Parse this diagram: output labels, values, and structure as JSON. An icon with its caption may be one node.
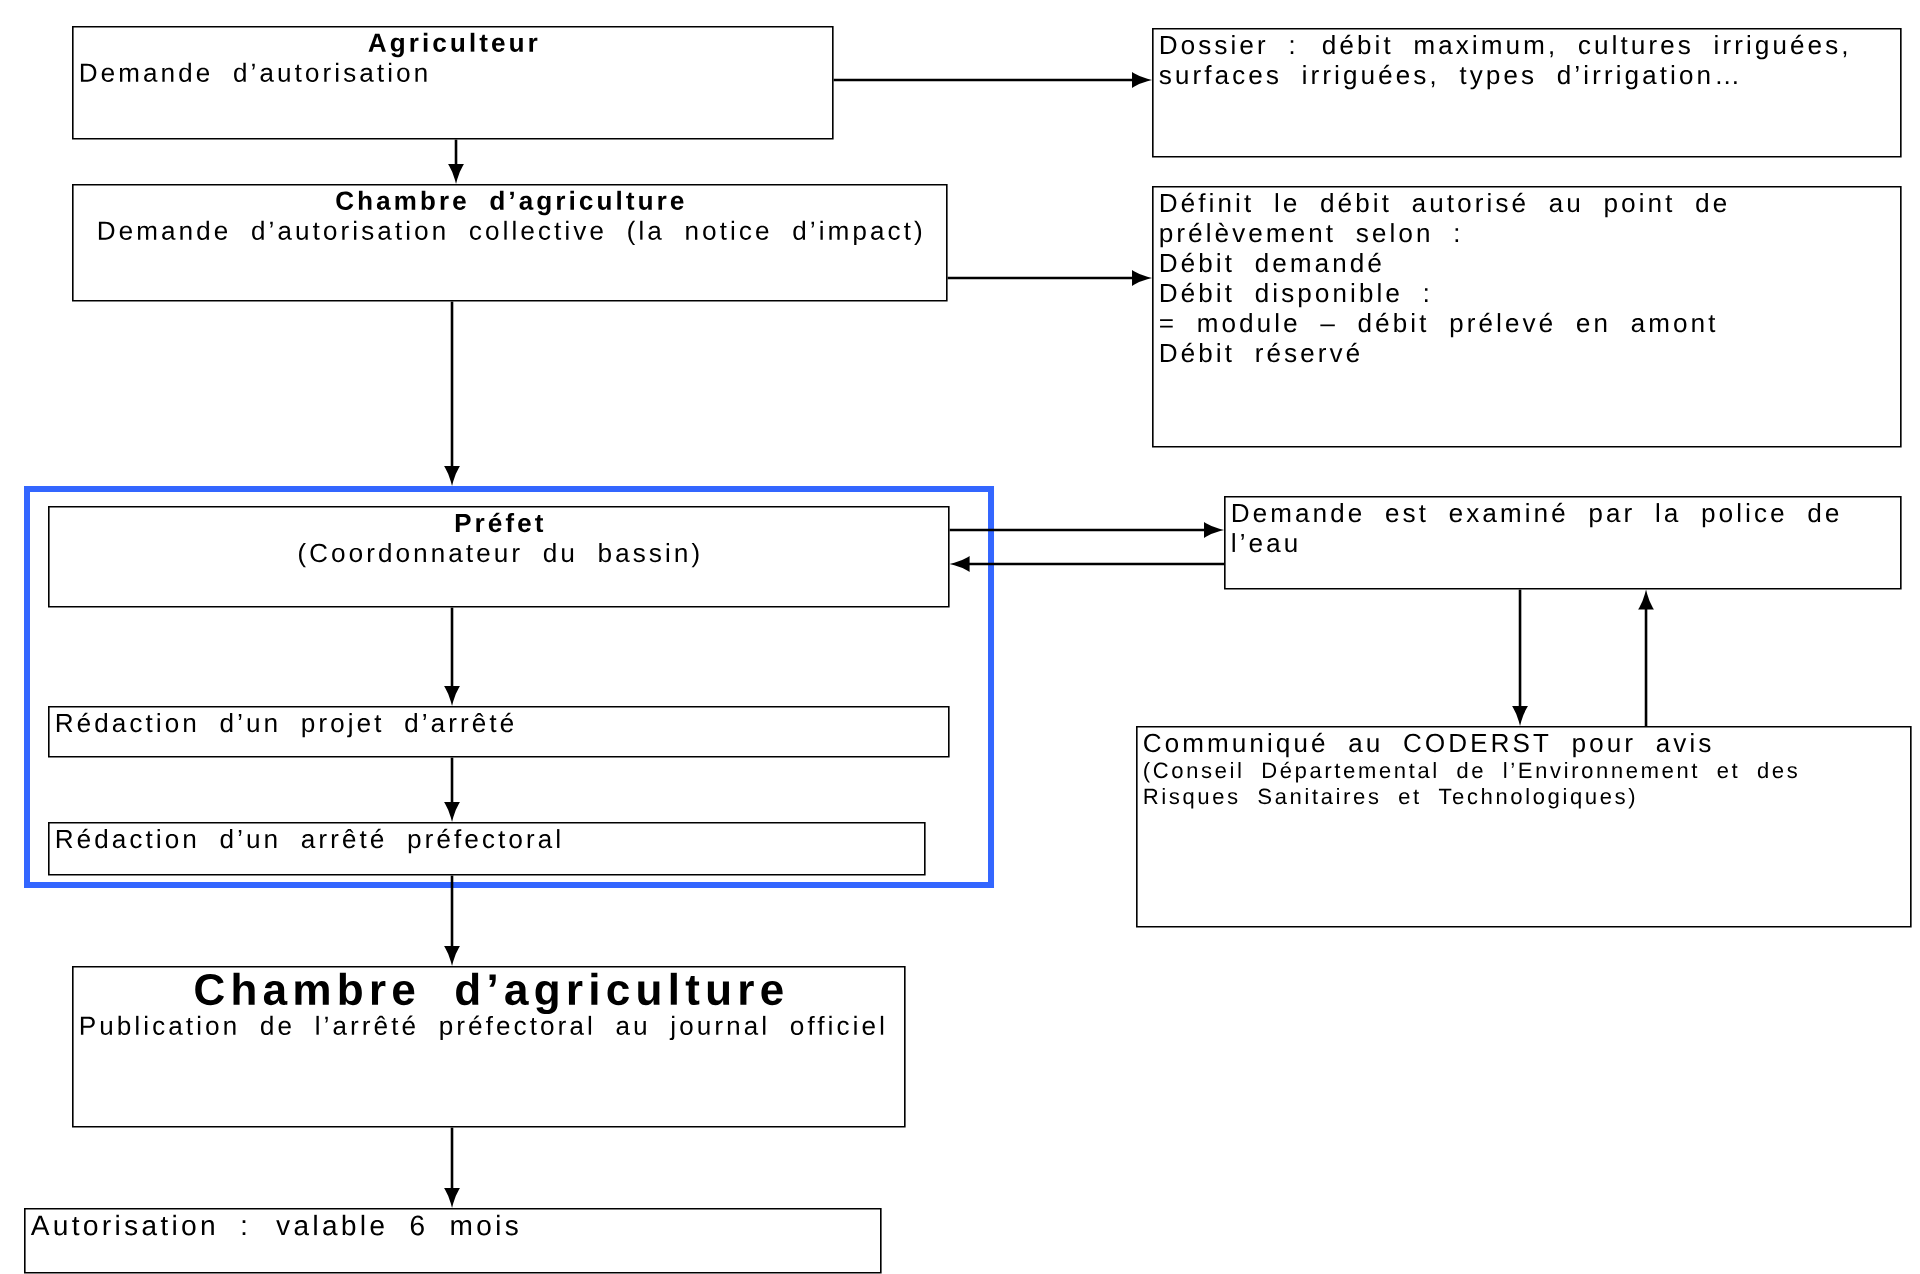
{
  "diagram": {
    "nodes": [
      {
        "text": [
          "Agriculteur",
          "Demande d’autorisation"
        ]
      },
      {
        "text": [
          "Dossier : débit maximum, cultures irriguées, surfaces irriguées, types d’irrigation…"
        ]
      },
      {
        "text": [
          "Chambre d’agriculture",
          "Demande d’autorisation collective (la notice d’impact)"
        ]
      },
      {
        "text": [
          "Définit le débit autorisé au point de prélèvement selon :",
          "Débit demandé",
          "Débit disponible :",
          "= module – débit prélevé en amont",
          "Débit réservé"
        ]
      },
      {
        "text": [],
        "shape": "box"
      },
      {
        "text": [
          "Préfet",
          "(Coordonnateur du bassin)"
        ],
        "in": 4
      },
      {
        "text": [
          "Rédaction d’un projet d’arrêté"
        ],
        "in": 4
      },
      {
        "text": [
          "Rédaction d’un arrêté préfectoral"
        ],
        "in": 4
      },
      {
        "text": [
          "Demande est examiné par la police de l’eau"
        ]
      },
      {
        "text": [
          "Communiqué au CODERST pour avis",
          "(Conseil Départemental de l’Environnement et des Risques Sanitaires et Technologiques)"
        ]
      },
      {
        "text": [
          "Chambre d’agriculture",
          "Publication de l’arrêté préfectoral au journal officiel"
        ]
      },
      {
        "text": [
          "Autorisation : valable 6 mois"
        ]
      }
    ],
    "edges": [
      {
        "from": 0,
        "to": 1,
        "arrow": "to"
      },
      {
        "from": 0,
        "to": 2,
        "arrow": "to"
      },
      {
        "from": 2,
        "to": 3,
        "arrow": "to"
      },
      {
        "from": 2,
        "to": 4,
        "arrow": "to"
      },
      {
        "from": 5,
        "to": 8,
        "arrow": "to"
      },
      {
        "from": 8,
        "to": 5,
        "arrow": "to"
      },
      {
        "from": 5,
        "to": 6,
        "arrow": "to"
      },
      {
        "from": 6,
        "to": 7,
        "arrow": "to"
      },
      {
        "from": 8,
        "to": 9,
        "arrow": "to"
      },
      {
        "from": 9,
        "to": 8,
        "arrow": "to"
      },
      {
        "from": 7,
        "to": 10,
        "arrow": "to"
      },
      {
        "from": 10,
        "to": 11,
        "arrow": "to"
      }
    ]
  }
}
